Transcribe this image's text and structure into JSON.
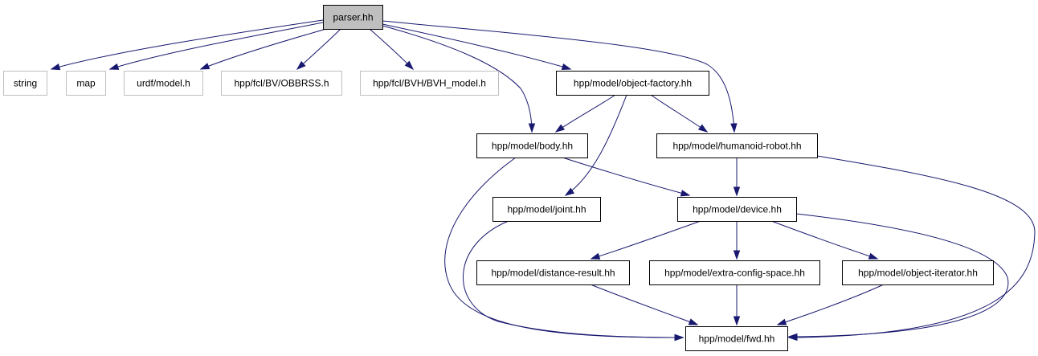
{
  "diagram": {
    "colors": {
      "edge": "#191970",
      "root_fill": "#bfbfbf",
      "external_border": "#bfbfbf",
      "node_border": "#000000",
      "background": "#ffffff"
    },
    "nodes": [
      {
        "id": "parser",
        "label": "parser.hh",
        "kind": "root"
      },
      {
        "id": "string",
        "label": "string",
        "kind": "external"
      },
      {
        "id": "map",
        "label": "map",
        "kind": "external"
      },
      {
        "id": "urdf",
        "label": "urdf/model.h",
        "kind": "external"
      },
      {
        "id": "obbrss",
        "label": "hpp/fcl/BV/OBBRSS.h",
        "kind": "external"
      },
      {
        "id": "bvh",
        "label": "hpp/fcl/BVH/BVH_model.h",
        "kind": "external"
      },
      {
        "id": "factory",
        "label": "hpp/model/object-factory.hh",
        "kind": "internal"
      },
      {
        "id": "body",
        "label": "hpp/model/body.hh",
        "kind": "internal"
      },
      {
        "id": "humanoid",
        "label": "hpp/model/humanoid-robot.hh",
        "kind": "internal"
      },
      {
        "id": "joint",
        "label": "hpp/model/joint.hh",
        "kind": "internal"
      },
      {
        "id": "device",
        "label": "hpp/model/device.hh",
        "kind": "internal"
      },
      {
        "id": "distance",
        "label": "hpp/model/distance-result.hh",
        "kind": "internal"
      },
      {
        "id": "extra",
        "label": "hpp/model/extra-config-space.hh",
        "kind": "internal"
      },
      {
        "id": "iterator",
        "label": "hpp/model/object-iterator.hh",
        "kind": "internal"
      },
      {
        "id": "fwd",
        "label": "hpp/model/fwd.hh",
        "kind": "internal"
      }
    ],
    "edges": [
      {
        "from": "parser",
        "to": "string"
      },
      {
        "from": "parser",
        "to": "map"
      },
      {
        "from": "parser",
        "to": "urdf"
      },
      {
        "from": "parser",
        "to": "obbrss"
      },
      {
        "from": "parser",
        "to": "bvh"
      },
      {
        "from": "parser",
        "to": "factory"
      },
      {
        "from": "parser",
        "to": "body"
      },
      {
        "from": "parser",
        "to": "humanoid"
      },
      {
        "from": "factory",
        "to": "body"
      },
      {
        "from": "factory",
        "to": "humanoid"
      },
      {
        "from": "factory",
        "to": "joint"
      },
      {
        "from": "body",
        "to": "device"
      },
      {
        "from": "body",
        "to": "fwd"
      },
      {
        "from": "humanoid",
        "to": "device"
      },
      {
        "from": "humanoid",
        "to": "fwd"
      },
      {
        "from": "joint",
        "to": "fwd"
      },
      {
        "from": "device",
        "to": "distance"
      },
      {
        "from": "device",
        "to": "extra"
      },
      {
        "from": "device",
        "to": "iterator"
      },
      {
        "from": "device",
        "to": "fwd"
      },
      {
        "from": "distance",
        "to": "fwd"
      },
      {
        "from": "extra",
        "to": "fwd"
      },
      {
        "from": "iterator",
        "to": "fwd"
      }
    ]
  }
}
